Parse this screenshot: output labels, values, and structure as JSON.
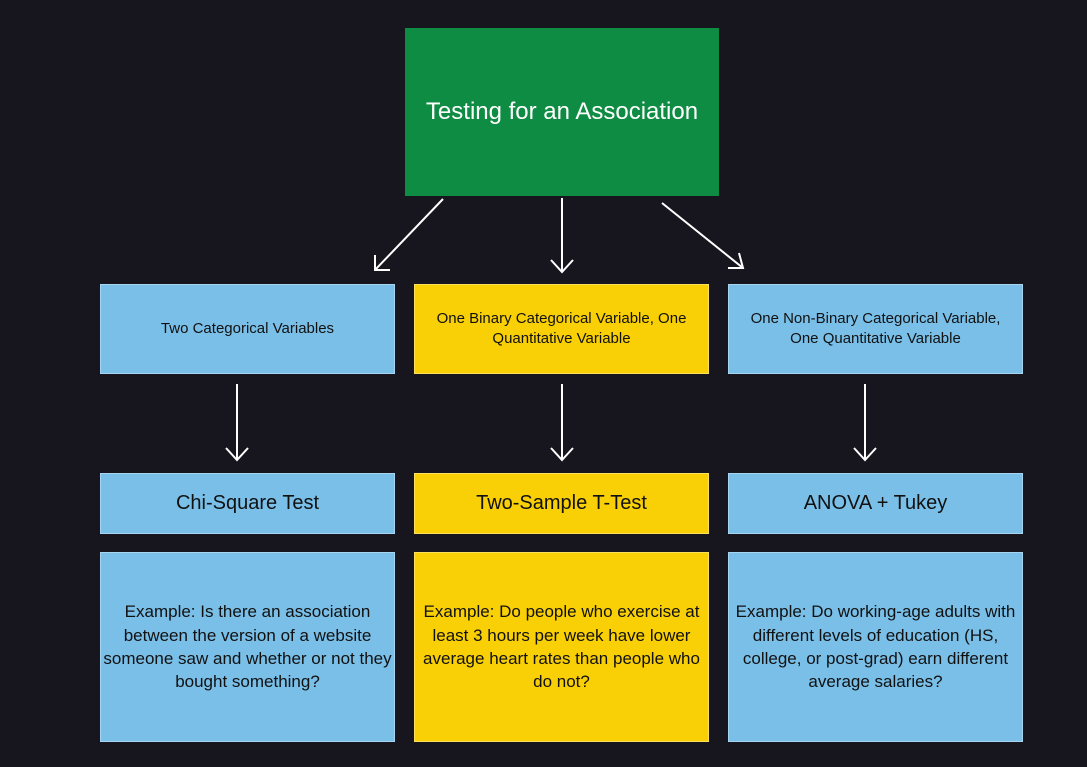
{
  "root": {
    "label": "Testing for an Association"
  },
  "columns": [
    {
      "category": "Two Categorical Variables",
      "test": "Chi-Square Test",
      "example": "Example: Is there an association between the version of a website someone saw and whether or not they bought something?",
      "color": "#79bfe8"
    },
    {
      "category": "One Binary Categorical Variable, One Quantitative Variable",
      "test": "Two-Sample T-Test",
      "example": "Example: Do people who exercise at least 3 hours per week have lower average heart rates than people who do not?",
      "color": "#f9cf05"
    },
    {
      "category": "One Non-Binary Categorical Variable, One Quantitative Variable",
      "test": "ANOVA + Tukey",
      "example": "Example: Do working-age adults with different levels of education (HS, college, or post-grad) earn different average salaries?",
      "color": "#79bfe8"
    }
  ],
  "colors": {
    "background": "#17161f",
    "root": "#0f8c43",
    "arrow": "#ffffff"
  }
}
